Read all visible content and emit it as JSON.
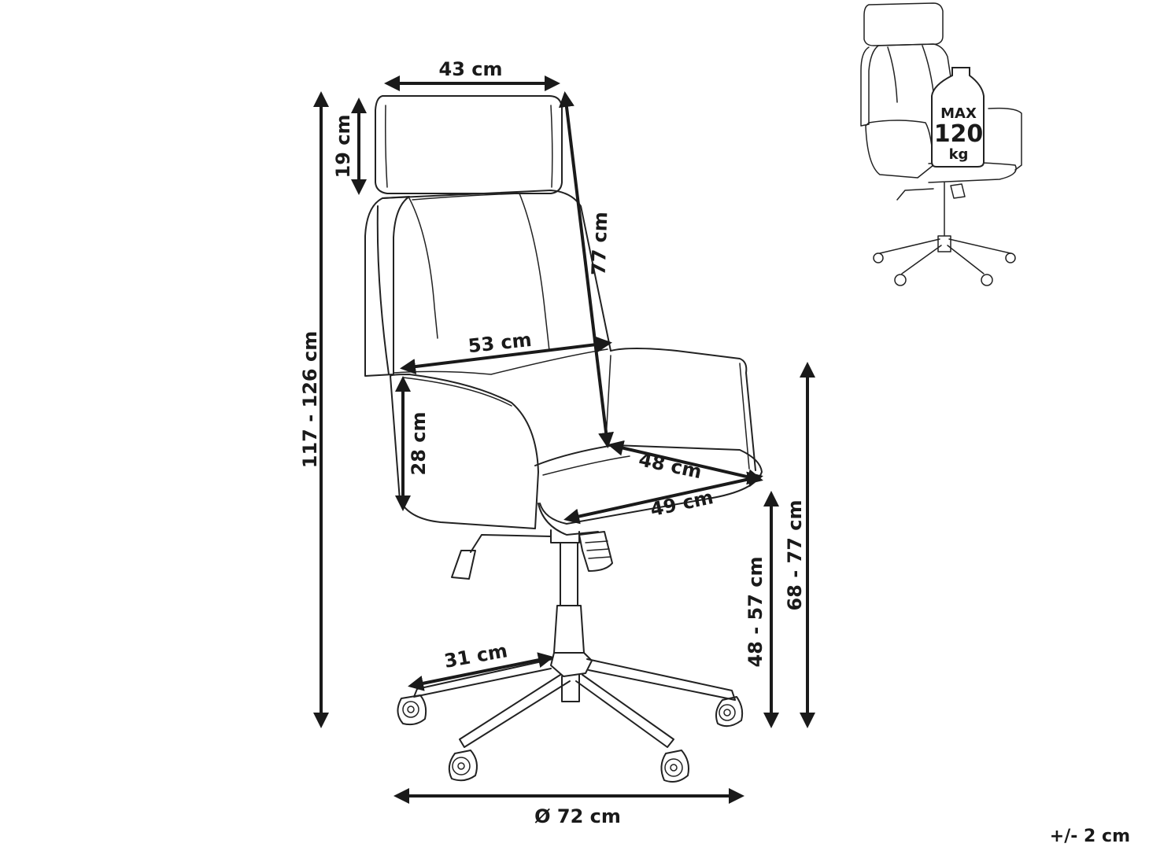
{
  "dimensions": {
    "headrest_width": "43 cm",
    "headrest_height": "19 cm",
    "total_height": "117 - 126 cm",
    "backrest_height": "77 cm",
    "backrest_width": "53 cm",
    "armrest_height": "28 cm",
    "seat_depth": "48 cm",
    "seat_width": "49 cm",
    "seat_height": "48 - 57 cm",
    "armrest_floor_height": "68 - 77 cm",
    "leg_length": "31 cm",
    "base_diameter": "Ø 72 cm"
  },
  "max_load": {
    "line1": "MAX",
    "line2": "120",
    "line3": "kg"
  },
  "tolerance": "+/- 2 cm"
}
